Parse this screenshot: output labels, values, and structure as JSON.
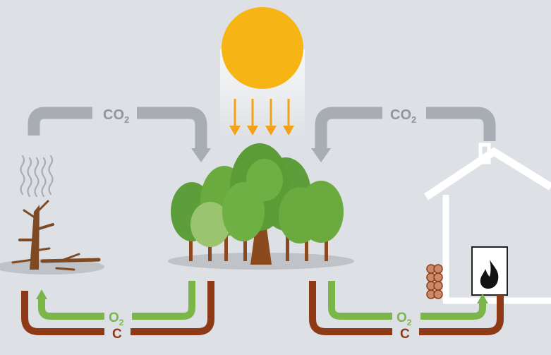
{
  "labels": {
    "left_co2": {
      "main": "CO",
      "sub": "2"
    },
    "right_co2": {
      "main": "CO",
      "sub": "2"
    },
    "left_o2": {
      "main": "O",
      "sub": "2"
    },
    "right_o2": {
      "main": "O",
      "sub": "2"
    },
    "left_c": "C",
    "right_c": "C"
  },
  "colors": {
    "background": "#dde0e4",
    "co2_arrow": "#a7adb3",
    "o2_arrow": "#7ab648",
    "carbon_arrow": "#8f3a16",
    "sun": "#f6b515",
    "sun_rays": "#f3a01b",
    "tree_green": "#6aaa3f",
    "trunk": "#8b4a1e",
    "house": "#ffffff"
  },
  "icons": [
    "sun-icon",
    "forest-icon",
    "dead-tree-icon",
    "steam-icon",
    "house-icon",
    "stove-icon",
    "flame-icon",
    "firewood-stack-icon"
  ]
}
